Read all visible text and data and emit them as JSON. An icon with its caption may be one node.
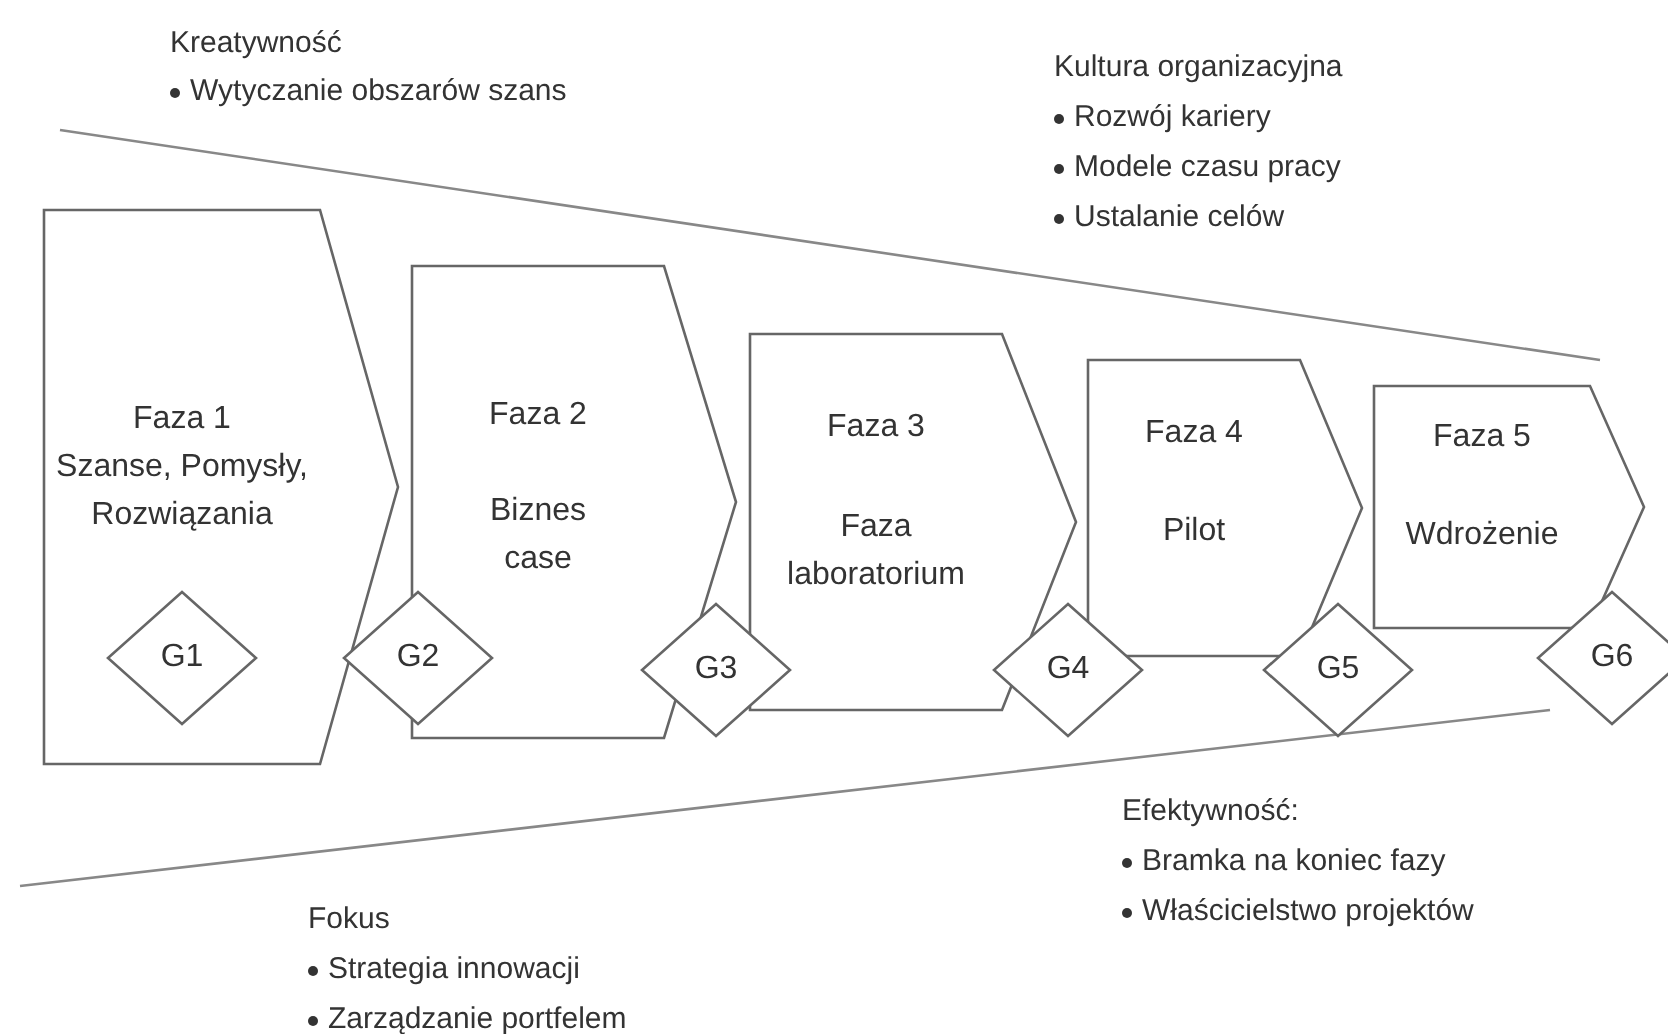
{
  "diagram": {
    "nodes": [
      {
        "text": [
          "Faza 1",
          "Szanse, Pomysły, Rozwiązania"
        ]
      },
      {
        "text": [
          "G1"
        ],
        "in": 0
      },
      {
        "text": [
          "G2"
        ]
      },
      {
        "text": [
          "Faza 2",
          "Biznes case"
        ]
      },
      {
        "text": [
          "G3"
        ]
      },
      {
        "text": [
          "Faza 3",
          "Faza laboratorium"
        ]
      },
      {
        "text": [
          "G4"
        ]
      },
      {
        "text": [
          "Faza 4",
          "Pilot"
        ]
      },
      {
        "text": [
          "G5"
        ]
      },
      {
        "text": [
          "Faza 5",
          "Wdrożenie"
        ]
      },
      {
        "text": [
          "G6"
        ]
      }
    ],
    "labels": [
      "Kreatywność",
      "Wytyczanie obszarów szans",
      "Kultura organizacyjna",
      "Rozwój kariery",
      "Modele czasu pracy",
      "Ustalanie celów",
      "Efektywność:",
      "Bramka na koniec fazy",
      "Właścicielstwo projektów",
      "Fokus",
      "Strategia innowacji",
      "Zarządzanie portfelem"
    ]
  }
}
